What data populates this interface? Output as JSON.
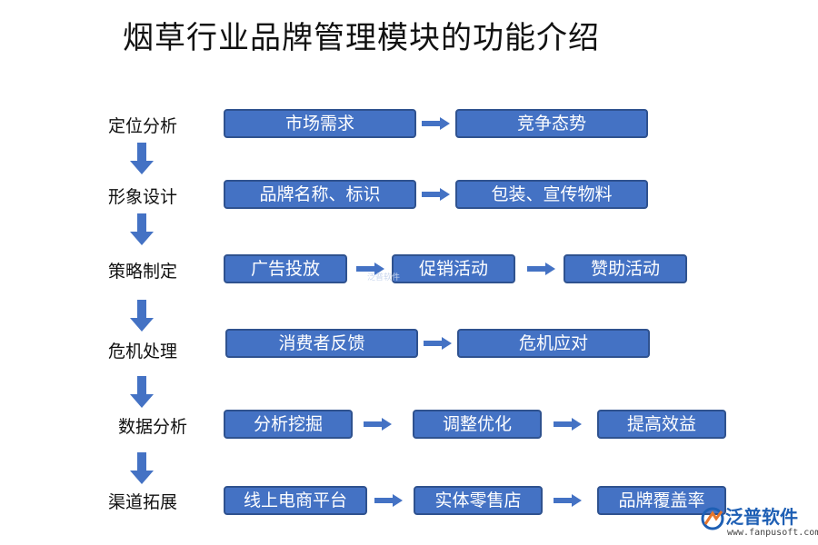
{
  "title": "烟草行业品牌管理模块的功能介绍",
  "stages": [
    {
      "label": "定位分析",
      "steps": [
        "市场需求",
        "竞争态势"
      ]
    },
    {
      "label": "形象设计",
      "steps": [
        "品牌名称、标识",
        "包装、宣传物料"
      ]
    },
    {
      "label": "策略制定",
      "steps": [
        "广告投放",
        "促销活动",
        "赞助活动"
      ]
    },
    {
      "label": "危机处理",
      "steps": [
        "消费者反馈",
        "危机应对"
      ]
    },
    {
      "label": "数据分析",
      "steps": [
        "分析挖掘",
        "调整优化",
        "提高效益"
      ]
    },
    {
      "label": "渠道拓展",
      "steps": [
        "线上电商平台",
        "实体零售店",
        "品牌覆盖率"
      ]
    }
  ],
  "watermark": "泛普软件",
  "logo": {
    "name": "泛普软件",
    "url": "www.fanpusoft.com"
  },
  "colors": {
    "box_fill": "#4472c4",
    "box_border": "#2f528f",
    "arrow": "#4472c4"
  }
}
